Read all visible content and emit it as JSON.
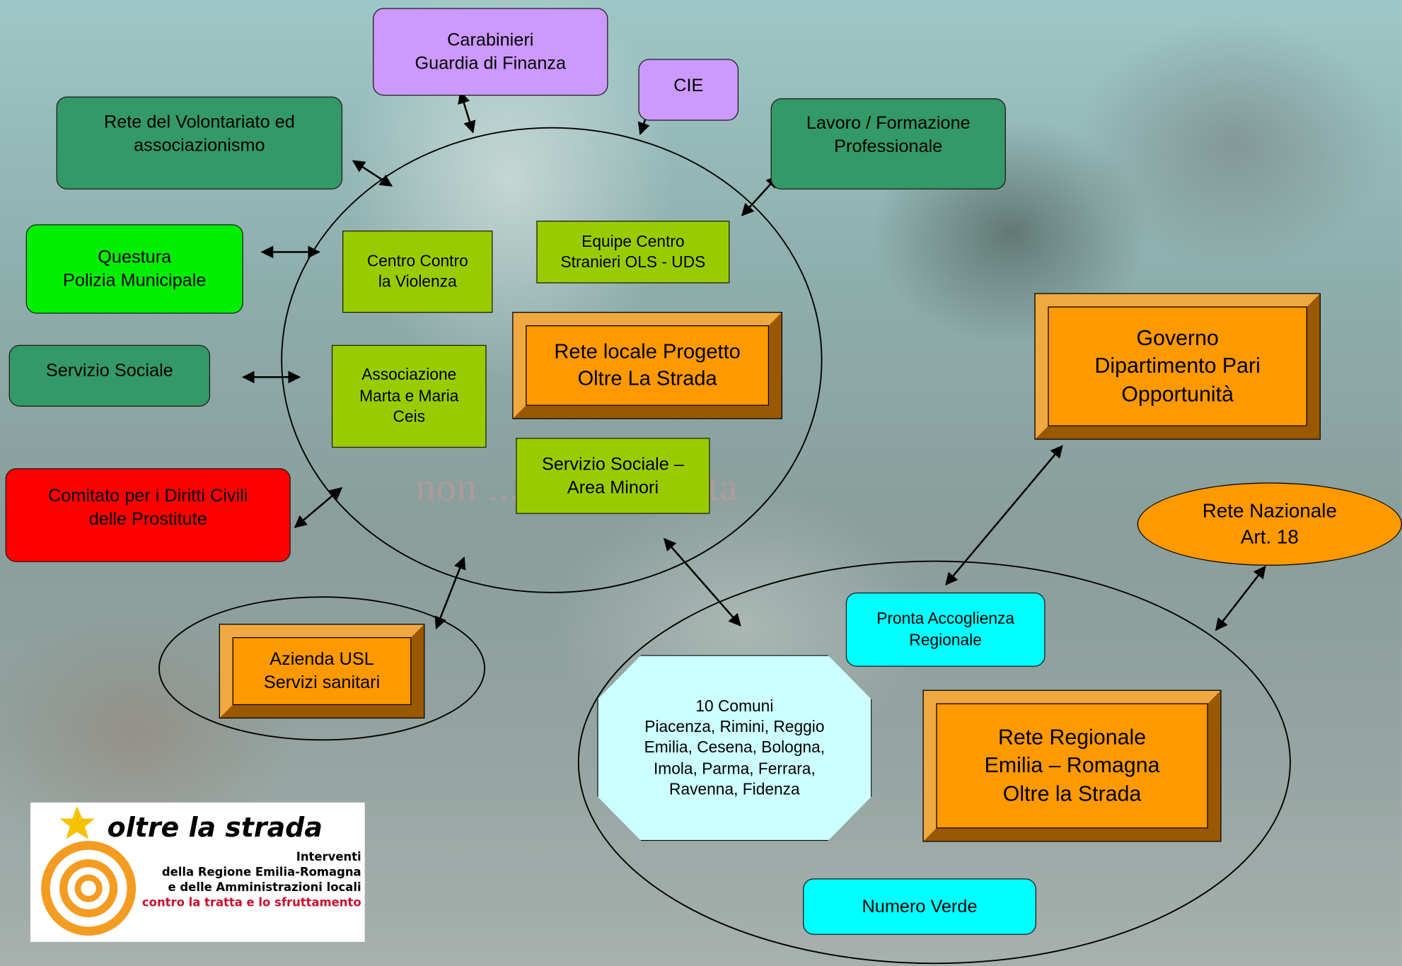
{
  "nodes": {
    "carabinieri": "Carabinieri\nGuardia di Finanza",
    "cie": "CIE",
    "volontariato": "Rete del Volontariato ed\nassociazionismo",
    "lavoro": "Lavoro / Formazione\nProfessionale",
    "questura": "Questura\nPolizia Municipale",
    "centro_violenza": "Centro Contro\nla Violenza",
    "equipe": "Equipe Centro\nStranieri OLS - UDS",
    "servizio_sociale": "Servizio Sociale",
    "associazione": "Associazione\nMarta e Maria\nCeis",
    "rete_locale": "Rete locale Progetto\nOltre La Strada",
    "governo": "Governo\nDipartimento Pari\nOpportunità",
    "comitato": "Comitato per i Diritti Civili\ndelle Prostitute",
    "servizio_minori": "Servizio Sociale –\nArea Minori",
    "rete_nazionale": "Rete Nazionale\nArt. 18",
    "azienda_usl": "Azienda USL\nServizi sanitari",
    "pronta_accoglienza": "Pronta Accoglienza\nRegionale",
    "comuni": "10 Comuni\nPiacenza, Rimini, Reggio\nEmilia, Cesena, Bologna,\nImola, Parma, Ferrara,\nRavenna, Fidenza",
    "rete_regionale": "Rete Regionale\nEmilia – Romagna\nOltre la Strada",
    "numero_verde": "Numero Verde"
  },
  "watermark": "non ... da prostituta",
  "logo": {
    "brand": "oltre la strada",
    "line1": "Interventi",
    "line2": "della Regione Emilia-Romagna",
    "line3": "e delle Amministrazioni locali",
    "line4": "contro la tratta e lo sfruttamento"
  },
  "colors": {
    "dark_green": "#339966",
    "purple": "#cc99ff",
    "lime": "#99cc00",
    "bright_green": "#00ee00",
    "red": "#ff0000",
    "cyan": "#00ffff",
    "orange": "#ff9900",
    "light_cyan": "#ccffff"
  }
}
